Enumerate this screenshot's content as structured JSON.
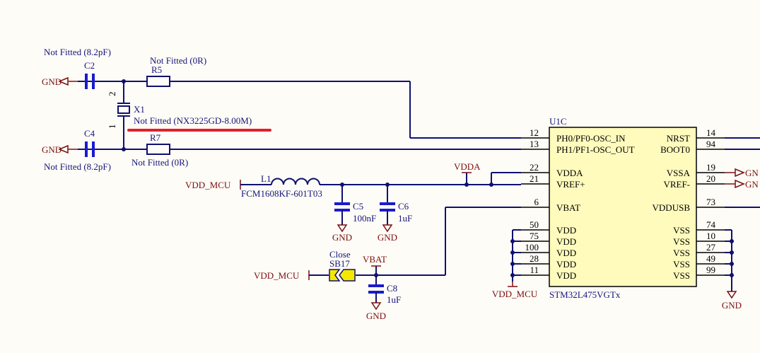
{
  "components": {
    "c2": {
      "ref": "C2",
      "value": "Not Fitted (8.2pF)"
    },
    "c4": {
      "ref": "C4",
      "value": "Not Fitted (8.2pF)"
    },
    "r5": {
      "ref": "R5",
      "value": "Not Fitted (0R)"
    },
    "r7": {
      "ref": "R7",
      "value": "Not Fitted (0R)"
    },
    "x1": {
      "ref": "X1",
      "value": "Not Fitted (NX3225GD-8.00M)",
      "pin_top": "2",
      "pin_bottom": "1"
    },
    "l1": {
      "ref": "L1",
      "value": "FCM1608KF-601T03"
    },
    "c5": {
      "ref": "C5",
      "value": "100nF"
    },
    "c6": {
      "ref": "C6",
      "value": "1uF"
    },
    "c8": {
      "ref": "C8",
      "value": "1uF"
    },
    "sb17": {
      "ref": "SB17",
      "value": "Close"
    },
    "u1c": {
      "ref": "U1C",
      "part": "STM32L475VGTx"
    }
  },
  "power": {
    "gnd": "GND",
    "vdd_mcu": "VDD_MCU",
    "vdda": "VDDA",
    "vbat": "VBAT"
  },
  "ic_pins": {
    "left": [
      {
        "num": "12",
        "name": "PH0/PF0-OSC_IN"
      },
      {
        "num": "13",
        "name": "PH1/PF1-OSC_OUT"
      },
      {
        "num": "22",
        "name": "VDDA"
      },
      {
        "num": "21",
        "name": "VREF+"
      },
      {
        "num": "6",
        "name": "VBAT"
      },
      {
        "num": "50",
        "name": "VDD"
      },
      {
        "num": "75",
        "name": "VDD"
      },
      {
        "num": "100",
        "name": "VDD"
      },
      {
        "num": "28",
        "name": "VDD"
      },
      {
        "num": "11",
        "name": "VDD"
      }
    ],
    "right": [
      {
        "num": "14",
        "name": "NRST"
      },
      {
        "num": "94",
        "name": "BOOT0"
      },
      {
        "num": "19",
        "name": "VSSA"
      },
      {
        "num": "20",
        "name": "VREF-"
      },
      {
        "num": "73",
        "name": "VDDUSB"
      },
      {
        "num": "74",
        "name": "VSS"
      },
      {
        "num": "10",
        "name": "VSS"
      },
      {
        "num": "27",
        "name": "VSS"
      },
      {
        "num": "49",
        "name": "VSS"
      },
      {
        "num": "99",
        "name": "VSS"
      }
    ]
  },
  "offscreen_labels": {
    "vssa_gnd": "GN",
    "vrefm_gnd": "GN"
  },
  "colors": {
    "wire": "#101070",
    "power": "#7a1010",
    "ic_fill": "#fffbbd",
    "highlight": "#e0202c",
    "capacitor": "#1a1ad0"
  }
}
